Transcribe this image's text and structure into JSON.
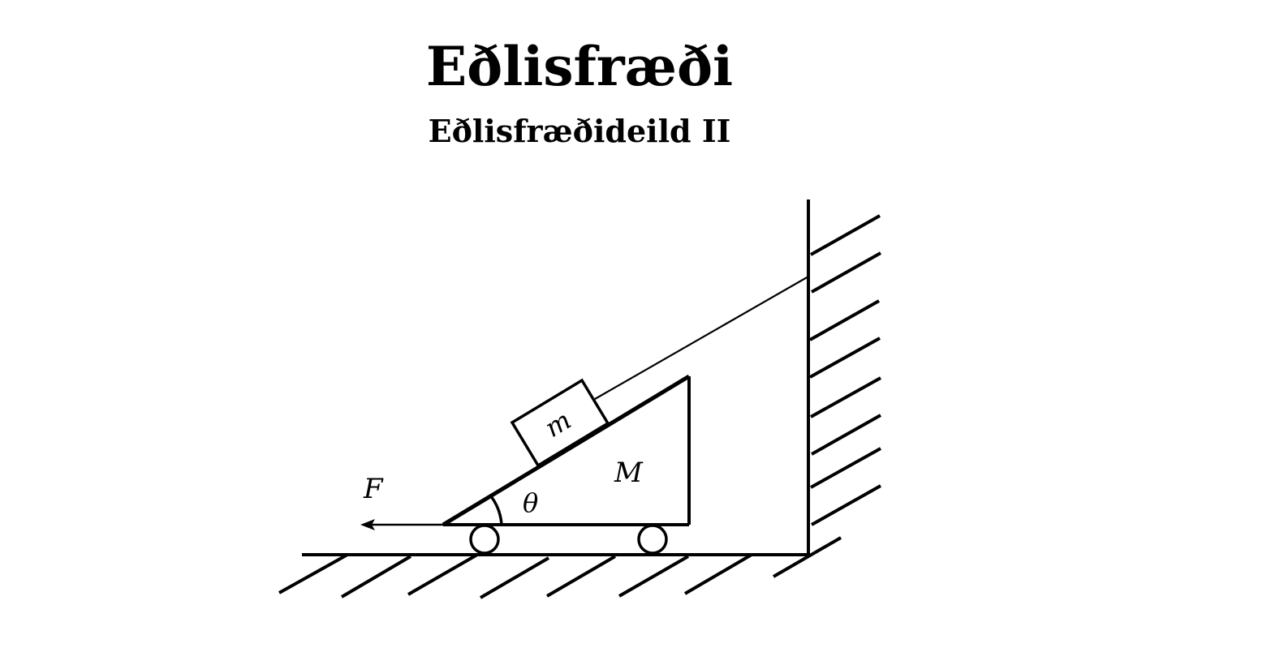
{
  "header": {
    "title": "Eðlisfræði",
    "subtitle": "Eðlisfræðideild II"
  },
  "figure": {
    "description": "Block of mass m on a wedge of mass M with angle theta, tied by a string to a vertical wall, wedge on rollers on the ground, pulled by force F to the left",
    "labels": {
      "block_mass": "m",
      "wedge_mass": "M",
      "angle": "θ",
      "force": "F"
    },
    "colors": {
      "stroke": "#000000",
      "background": "#ffffff"
    }
  }
}
